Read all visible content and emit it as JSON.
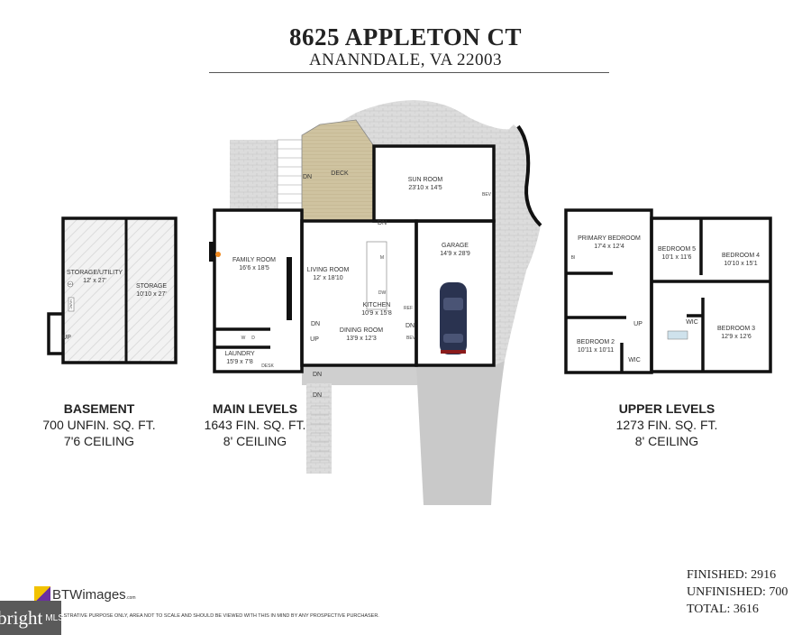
{
  "header": {
    "title": "8625 APPLETON CT",
    "subtitle": "ANANNDALE, VA 22003"
  },
  "basement": {
    "rooms": [
      {
        "name": "STORAGE/UTILITY",
        "dims": "12' x 27'"
      },
      {
        "name": "STORAGE",
        "dims": "10'10 x 27'"
      }
    ],
    "marks": [
      "UP",
      "WH",
      "HVAC"
    ],
    "summary": {
      "label": "BASEMENT",
      "area": "700 UNFIN. SQ. FT.",
      "ceiling": "7'6 CEILING"
    }
  },
  "main": {
    "rooms": [
      {
        "name": "DECK",
        "dims": ""
      },
      {
        "name": "SUN ROOM",
        "dims": "23'10 x 14'5"
      },
      {
        "name": "FAMILY ROOM",
        "dims": "16'6 x 18'5"
      },
      {
        "name": "LIVING ROOM",
        "dims": "12' x 18'10"
      },
      {
        "name": "KITCHEN",
        "dims": "10'9 x 15'8"
      },
      {
        "name": "DINING ROOM",
        "dims": "13'9 x 12'3"
      },
      {
        "name": "GARAGE",
        "dims": "14'9 x 28'9"
      },
      {
        "name": "LAUNDRY",
        "dims": "15'9 x 7'8"
      }
    ],
    "marks": {
      "dn": "DN",
      "up": "UP",
      "desk": "DESK",
      "w": "W",
      "d": "D",
      "m": "M",
      "dw": "DW",
      "ref": "REF",
      "bev": "BEV"
    },
    "summary": {
      "label": "MAIN LEVELS",
      "area": "1643 FIN. SQ. FT.",
      "ceiling": "8' CEILING"
    }
  },
  "upper": {
    "rooms": [
      {
        "name": "PRIMARY BEDROOM",
        "dims": "17'4 x 12'4"
      },
      {
        "name": "BEDROOM 5",
        "dims": "10'1 x 11'6"
      },
      {
        "name": "BEDROOM 4",
        "dims": "10'10 x 15'1"
      },
      {
        "name": "BEDROOM 3",
        "dims": "12'9 x 12'6"
      },
      {
        "name": "BEDROOM 2",
        "dims": "10'11 x 10'11"
      }
    ],
    "marks": {
      "bi": "BI",
      "up": "UP",
      "wic": "WIC"
    },
    "summary": {
      "label": "UPPER LEVELS",
      "area": "1273 FIN. SQ. FT.",
      "ceiling": "8' CEILING"
    }
  },
  "totals": {
    "finished": "FINISHED: 2916",
    "unfinished": "UNFINISHED: 700",
    "total": "TOTAL: 3616"
  },
  "footer": {
    "brand": "BTWimages",
    "brand_suffix": ".com",
    "disclaimer": "...STRATIVE PURPOSE ONLY, AREA NOT TO SCALE AND SHOULD BE VIEWED WITH THIS IN MIND BY ANY PROSPECTIVE PURCHASER.",
    "mls_logo": "bright MLS"
  },
  "colors": {
    "wall": "#111111",
    "deck": "#cfc3a0",
    "stone": "#d8d8d8",
    "drive": "#c9c9c9",
    "car": "#2a3350"
  }
}
